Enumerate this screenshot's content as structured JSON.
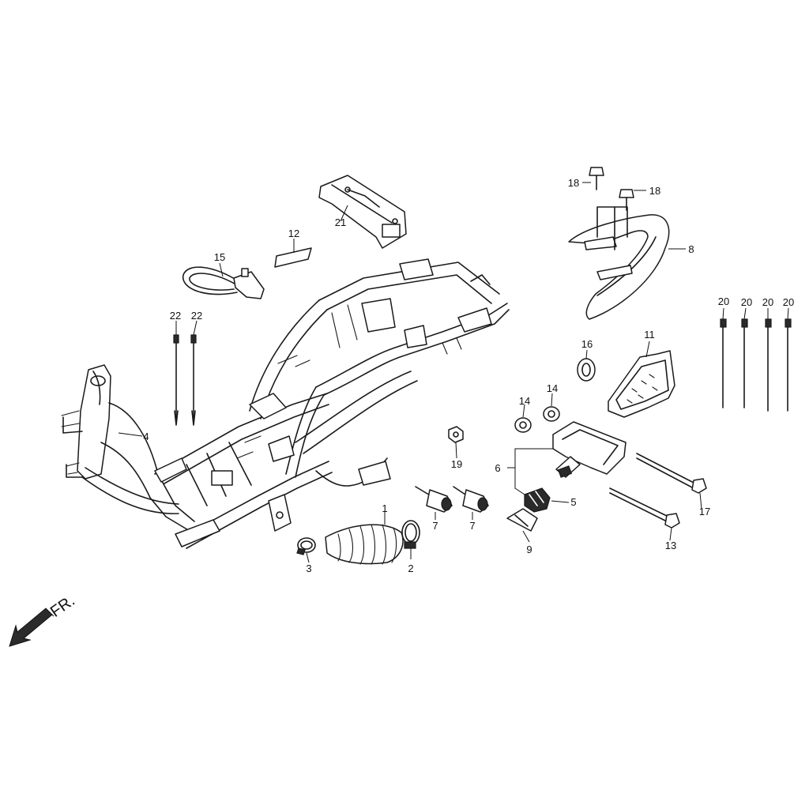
{
  "callouts": {
    "c1": "1",
    "c2": "2",
    "c3": "3",
    "c4": "4",
    "c5": "5",
    "c6": "6",
    "c7a": "7",
    "c7b": "7",
    "c8": "8",
    "c9": "9",
    "c11": "11",
    "c12": "12",
    "c13": "13",
    "c14a": "14",
    "c14b": "14",
    "c15": "15",
    "c16": "16",
    "c17": "17",
    "c18a": "18",
    "c18b": "18",
    "c19": "19",
    "c20a": "20",
    "c20b": "20",
    "c20c": "20",
    "c20d": "20",
    "c21": "21",
    "c22a": "22",
    "c22b": "22"
  },
  "direction": {
    "label": "FR.",
    "icon": "front-direction-arrow-icon"
  }
}
